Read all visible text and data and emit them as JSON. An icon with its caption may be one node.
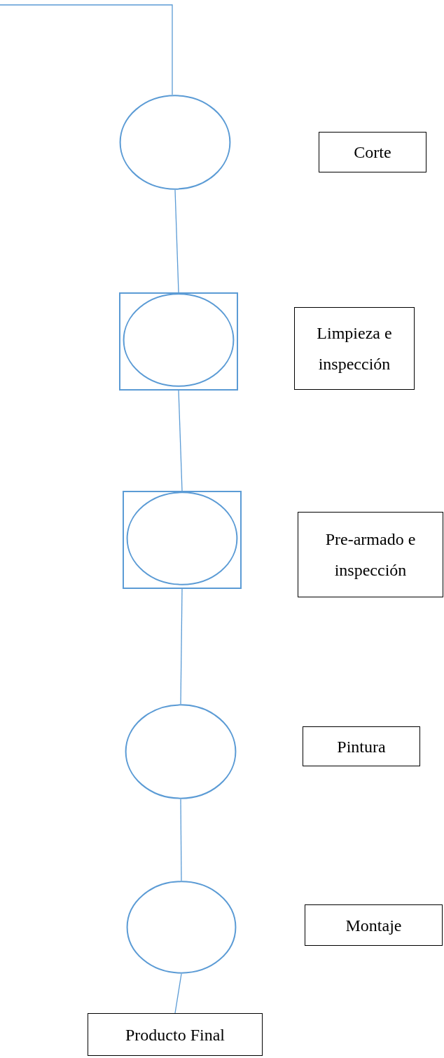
{
  "diagram": {
    "nodes": [
      {
        "text": [],
        "shape": "circle"
      },
      {
        "text": [
          "Corte"
        ]
      },
      {
        "text": [],
        "shape": "box"
      },
      {
        "text": [],
        "shape": "circle",
        "in": 2
      },
      {
        "text": [
          "Limpieza e inspección"
        ]
      },
      {
        "text": [],
        "shape": "box"
      },
      {
        "text": [],
        "shape": "circle",
        "in": 5
      },
      {
        "text": [
          "Pre-armado e inspección"
        ]
      },
      {
        "text": [],
        "shape": "circle"
      },
      {
        "text": [
          "Pintura"
        ]
      },
      {
        "text": [],
        "shape": "circle"
      },
      {
        "text": [
          "Montaje"
        ]
      },
      {
        "text": [
          "Producto Final"
        ]
      }
    ],
    "edges": [
      {
        "from": null,
        "to": 0,
        "arrow": "none"
      },
      {
        "from": 0,
        "to": 2,
        "arrow": "none"
      },
      {
        "from": 2,
        "to": 5,
        "arrow": "none"
      },
      {
        "from": 5,
        "to": 8,
        "arrow": "none"
      },
      {
        "from": 8,
        "to": 10,
        "arrow": "none"
      },
      {
        "from": 10,
        "to": 12,
        "arrow": "none"
      }
    ]
  }
}
